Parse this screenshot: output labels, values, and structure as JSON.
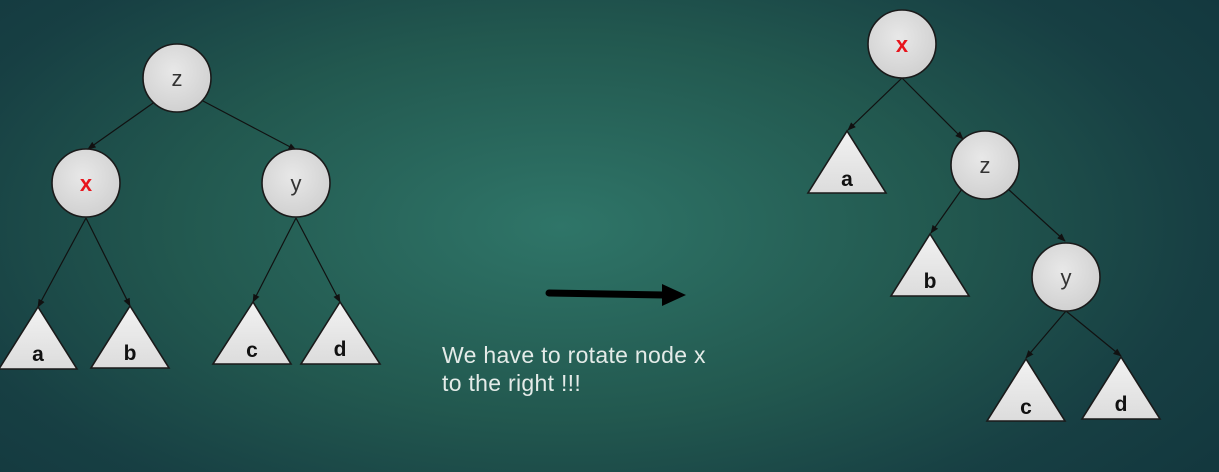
{
  "colors": {
    "highlight": "#e8141c",
    "node_fill": "#d9d9d9",
    "arrow": "#000000"
  },
  "before_tree": {
    "nodes": {
      "root": "z",
      "left": "x",
      "right": "y"
    },
    "subtrees": [
      "a",
      "b",
      "c",
      "d"
    ],
    "highlighted": "x"
  },
  "after_tree": {
    "nodes": {
      "root": "x",
      "middle": "z",
      "lower": "y"
    },
    "subtrees": [
      "a",
      "b",
      "c",
      "d"
    ],
    "highlighted": "x"
  },
  "arrow_icon": "right-arrow",
  "caption": {
    "line1": "We have to rotate node x",
    "line2": "to the right !!!"
  }
}
